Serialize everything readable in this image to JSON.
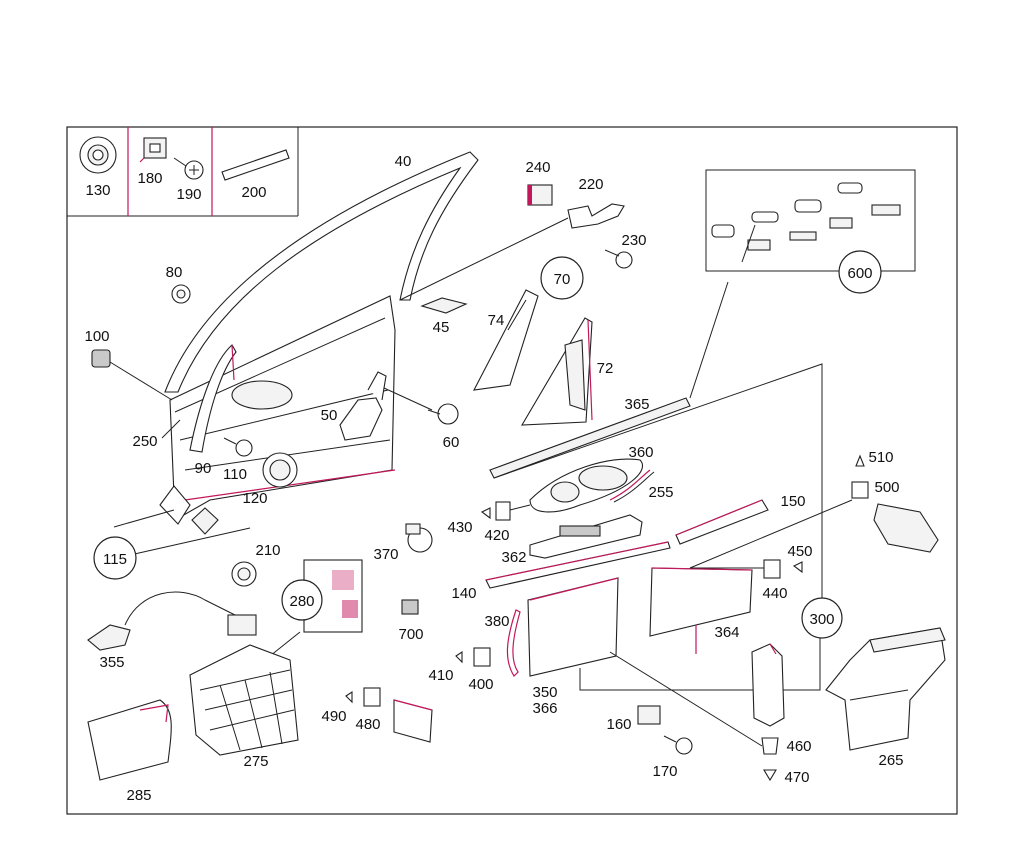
{
  "diagram": {
    "accent_color": "#c2185b",
    "line_color": "#222222",
    "part_numbers": {
      "p130": "130",
      "p180": "180",
      "p190": "190",
      "p200": "200",
      "p40": "40",
      "p240": "240",
      "p220": "220",
      "p230": "230",
      "p80": "80",
      "p100": "100",
      "p45": "45",
      "p74": "74",
      "p72": "72",
      "p50": "50",
      "p60": "60",
      "p250": "250",
      "p90": "90",
      "p110": "110",
      "p120": "120",
      "p365": "365",
      "p360": "360",
      "p255": "255",
      "p510": "510",
      "p500": "500",
      "p150": "150",
      "p430": "430",
      "p420": "420",
      "p362": "362",
      "p370": "370",
      "p210": "210",
      "p450": "450",
      "p440": "440",
      "p140": "140",
      "p380": "380",
      "p364": "364",
      "p700": "700",
      "p355": "355",
      "p410": "410",
      "p400": "400",
      "p350": "350",
      "p366": "366",
      "p490": "490",
      "p480": "480",
      "p275": "275",
      "p160": "160",
      "p460": "460",
      "p170": "170",
      "p470": "470",
      "p265": "265",
      "p285": "285"
    },
    "circled_numbers": {
      "c70": "70",
      "c600": "600",
      "c115": "115",
      "c280": "280",
      "c300": "300"
    }
  }
}
